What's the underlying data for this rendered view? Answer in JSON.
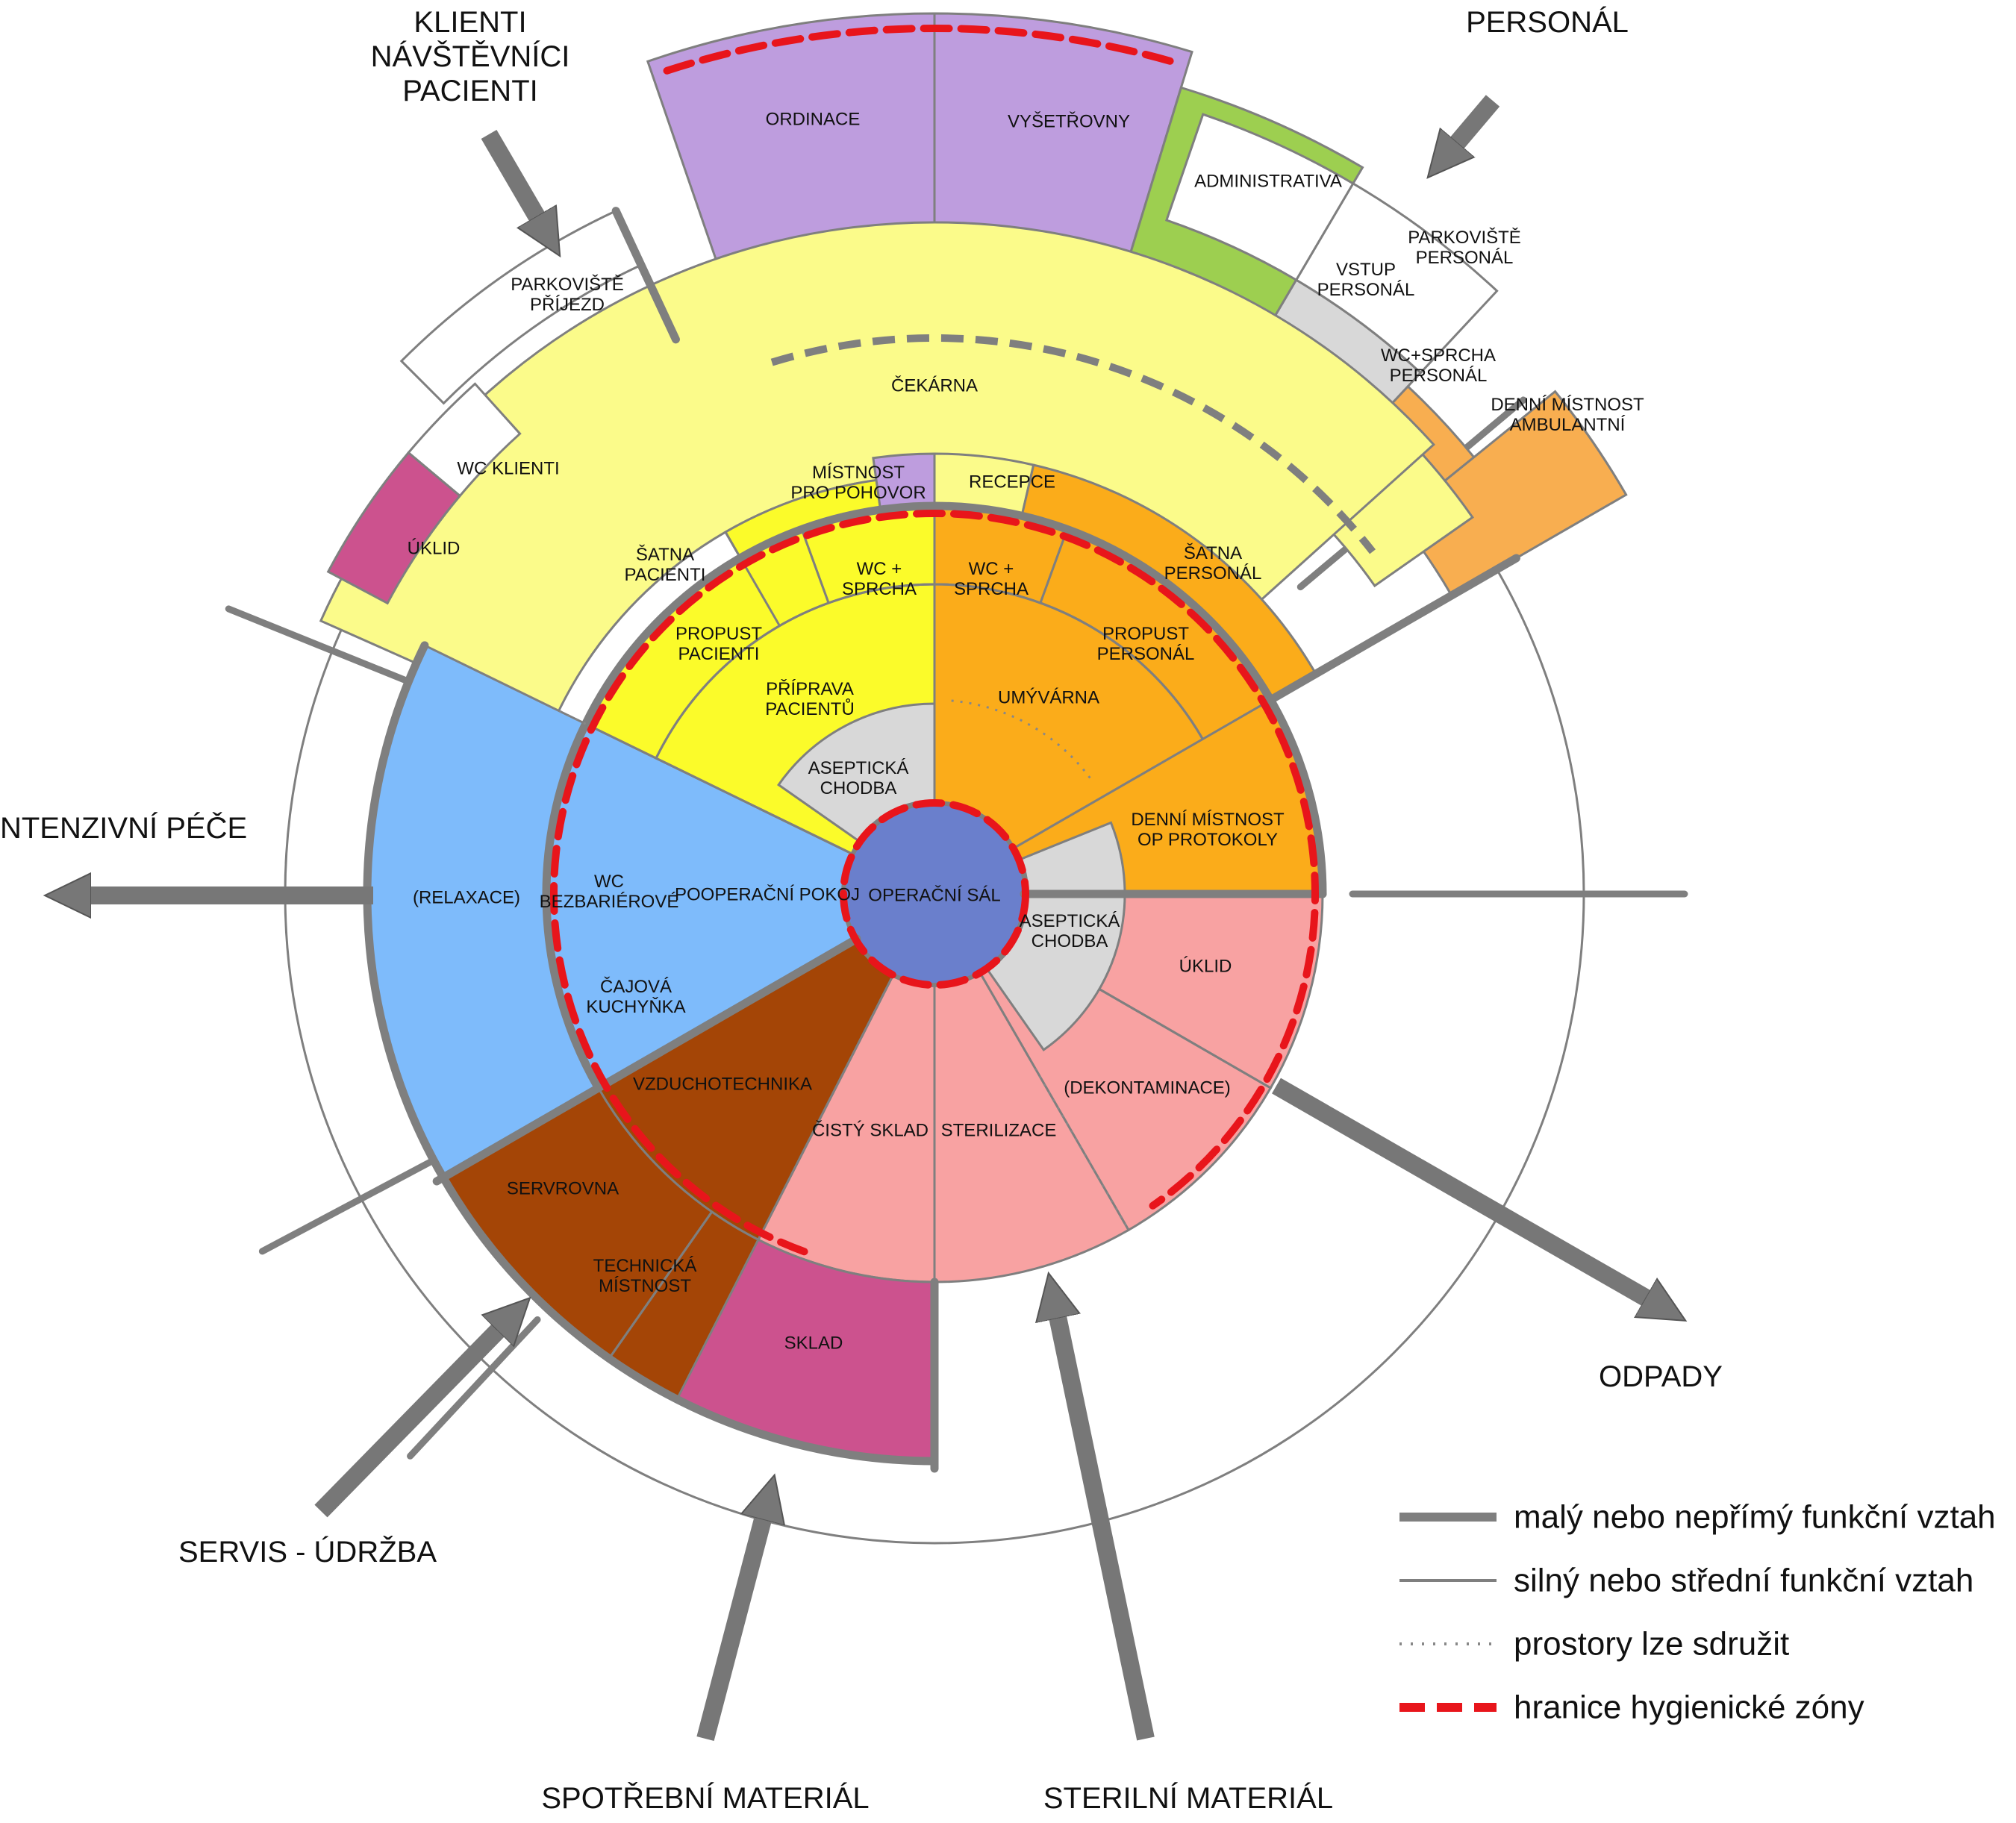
{
  "external": {
    "clients": [
      "KLIENTI",
      "NÁVŠTĚVNÍCI",
      "PACIENTI"
    ],
    "staff": "PERSONÁL",
    "intensive_care": "INTENZIVNÍ PÉČE",
    "waste": "ODPADY",
    "service": "SERVIS - ÚDRŽBA",
    "consumables": "SPOTŘEBNÍ MATERIÁL",
    "sterile_material": "STERILNÍ MATERIÁL"
  },
  "rooms": {
    "ordinace": "ORDINACE",
    "vysetrovny": "VYŠETŘOVNY",
    "administrativa": "ADMINISTRATIVA",
    "parkoviste_personal": [
      "PARKOVIŠTĚ",
      "PERSONÁL"
    ],
    "vstup_personal": [
      "VSTUP",
      "PERSONÁL"
    ],
    "wc_sprcha_personal": [
      "WC+SPRCHA",
      "PERSONÁL"
    ],
    "denni_mistnost_ambulantni": [
      "DENNÍ MÍSTNOST",
      "AMBULANTNÍ"
    ],
    "parkoviste_prijezd": [
      "PARKOVIŠTĚ",
      "PŘÍJEZD"
    ],
    "cekarna": "ČEKÁRNA",
    "wc_klienti": "WC KLIENTI",
    "uklid_top": "ÚKLID",
    "mistnost_pro_pohovor": [
      "MÍSTNOST",
      "PRO POHOVOR"
    ],
    "recepce": "RECEPCE",
    "satna_pacienti": [
      "ŠATNA",
      "PACIENTI"
    ],
    "satna_personal": [
      "ŠATNA",
      "PERSONÁL"
    ],
    "wc_sprcha_left": [
      "WC +",
      "SPRCHA"
    ],
    "wc_sprcha_right": [
      "WC +",
      "SPRCHA"
    ],
    "propust_pacienti": [
      "PROPUST",
      "PACIENTI"
    ],
    "propust_personal": [
      "PROPUST",
      "PERSONÁL"
    ],
    "priprava_pacientu": [
      "PŘÍPRAVA",
      "PACIENTŮ"
    ],
    "umyvarna": "UMÝVÁRNA",
    "aseptic_top": [
      "ASEPTICKÁ",
      "CHODBA"
    ],
    "aseptic_right": [
      "ASEPTICKÁ",
      "CHODBA"
    ],
    "denni_mistnost_op": [
      "DENNÍ MÍSTNOST",
      "OP PROTOKOLY"
    ],
    "operacni_sal": "OPERAČNÍ SÁL",
    "relaxace": "(RELAXACE)",
    "wc_bezbarierove": [
      "WC",
      "BEZBARIÉROVÉ"
    ],
    "pooperacni_pokoj": "POOPERAČNÍ POKOJ",
    "cajova_kuchynka": [
      "ČAJOVÁ",
      "KUCHYŇKA"
    ],
    "uklid_right": "ÚKLID",
    "dekontaminace": "(DEKONTAMINACE)",
    "sterilizace": "STERILIZACE",
    "cisty_sklad": "ČISTÝ SKLAD",
    "vzduchotechnika": "VZDUCHOTECHNIKA",
    "servrovna": "SERVROVNA",
    "technicka_mistnost": [
      "TECHNICKÁ",
      "MÍSTNOST"
    ],
    "sklad": "SKLAD"
  },
  "legend": [
    {
      "label": "malý nebo nepřímý funkční vztah",
      "style": "thick-grey"
    },
    {
      "label": "silný nebo střední funkční vztah",
      "style": "thin-grey"
    },
    {
      "label": "prostory lze sdružit",
      "style": "dotted-grey"
    },
    {
      "label": "hranice hygienické zóny",
      "style": "red-dashed"
    }
  ],
  "colors": {
    "purple": "#be9dde",
    "green": "#9dcf50",
    "light_yellow": "#fbfb8a",
    "yellow": "#fbfb2a",
    "orange": "#fbac1a",
    "light_orange": "#f8ae50",
    "blue": "#7ebbfb",
    "dark_blue": "#6a7fcc",
    "salmon": "#f8a2a2",
    "brown": "#a44506",
    "magenta": "#cc528e",
    "grey": "#d8d8d8",
    "line_grey": "#7f7f7f",
    "red": "#e8151b"
  }
}
